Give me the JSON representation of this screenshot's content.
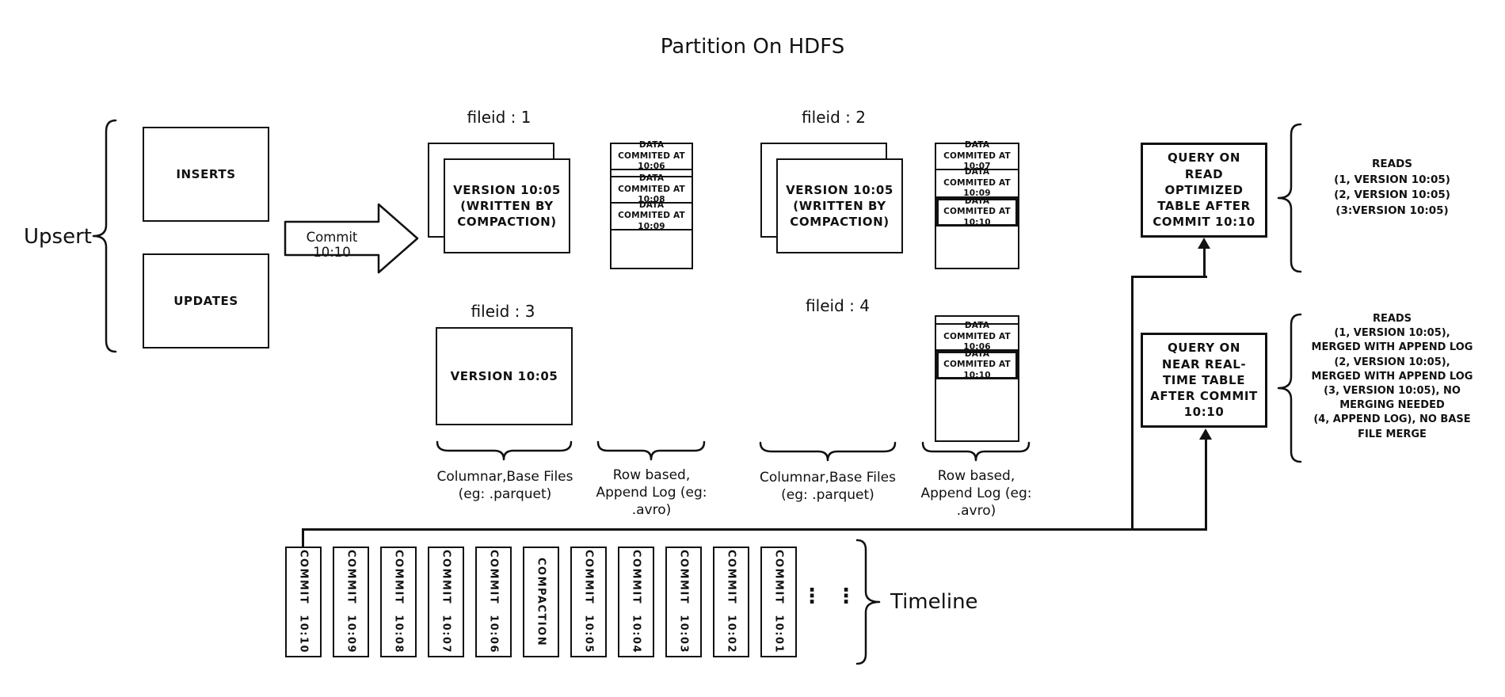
{
  "title": "Partition On HDFS",
  "upsert": {
    "label": "Upsert",
    "inserts": "INSERTS",
    "updates": "UPDATES",
    "commit_arrow": "Commit 10:10"
  },
  "file_groups": {
    "f1": {
      "label": "fileid : 1",
      "base": "VERSION 10:05 (WRITTEN BY COMPACTION)"
    },
    "f2": {
      "label": "fileid : 2",
      "base": "VERSION 10:05 (WRITTEN BY COMPACTION)"
    },
    "f3": {
      "label": "fileid : 3",
      "base": "VERSION 10:05"
    },
    "f4": {
      "label": "fileid : 4"
    }
  },
  "logs": {
    "log1": [
      "DATA COMMITED AT 10:06",
      "DATA COMMITED AT 10:08",
      "DATA COMMITED AT 10:09"
    ],
    "log2": [
      "DATA COMMITED AT 10:07",
      "DATA COMMITED AT 10:09",
      "DATA COMMITED AT 10:10"
    ],
    "log4": [
      "DATA COMMITED AT 10:06",
      "DATA COMMITED AT 10:10"
    ]
  },
  "captions": {
    "columnar": [
      "Columnar,Base Files",
      "(eg: .parquet)"
    ],
    "row_based": [
      "Row based,",
      "Append Log (eg:",
      ".avro)"
    ]
  },
  "queries": {
    "read_optimized": "QUERY ON READ OPTIMIZED TABLE AFTER COMMIT 10:10",
    "near_realtime": "QUERY ON NEAR REAL-TIME TABLE AFTER COMMIT 10:10"
  },
  "reads": {
    "read_optimized": [
      "READS",
      "(1, VERSION 10:05)",
      "(2, VERSION 10:05)",
      "(3:VERSION 10:05)"
    ],
    "near_realtime": [
      "READS",
      "(1, VERSION 10:05),",
      "MERGED WITH APPEND LOG",
      "(2, VERSION 10:05),",
      "MERGED WITH APPEND LOG",
      "(3, VERSION 10:05), NO",
      "MERGING NEEDED",
      "(4, APPEND LOG), NO BASE",
      "FILE MERGE"
    ],
    "ellipsis": "⋮"
  },
  "timeline": {
    "label": "Timeline",
    "items": [
      "COMMIT 10:10",
      "COMMIT 10:09",
      "COMMIT 10:08",
      "COMMIT 10:07",
      "COMMIT 10:06",
      "COMPACTION",
      "COMMIT 10:05",
      "COMMIT 10:04",
      "COMMIT 10:03",
      "COMMIT 10:02",
      "COMMIT 10:01"
    ]
  },
  "colors": {
    "ink": "#111111",
    "background": "#ffffff"
  }
}
